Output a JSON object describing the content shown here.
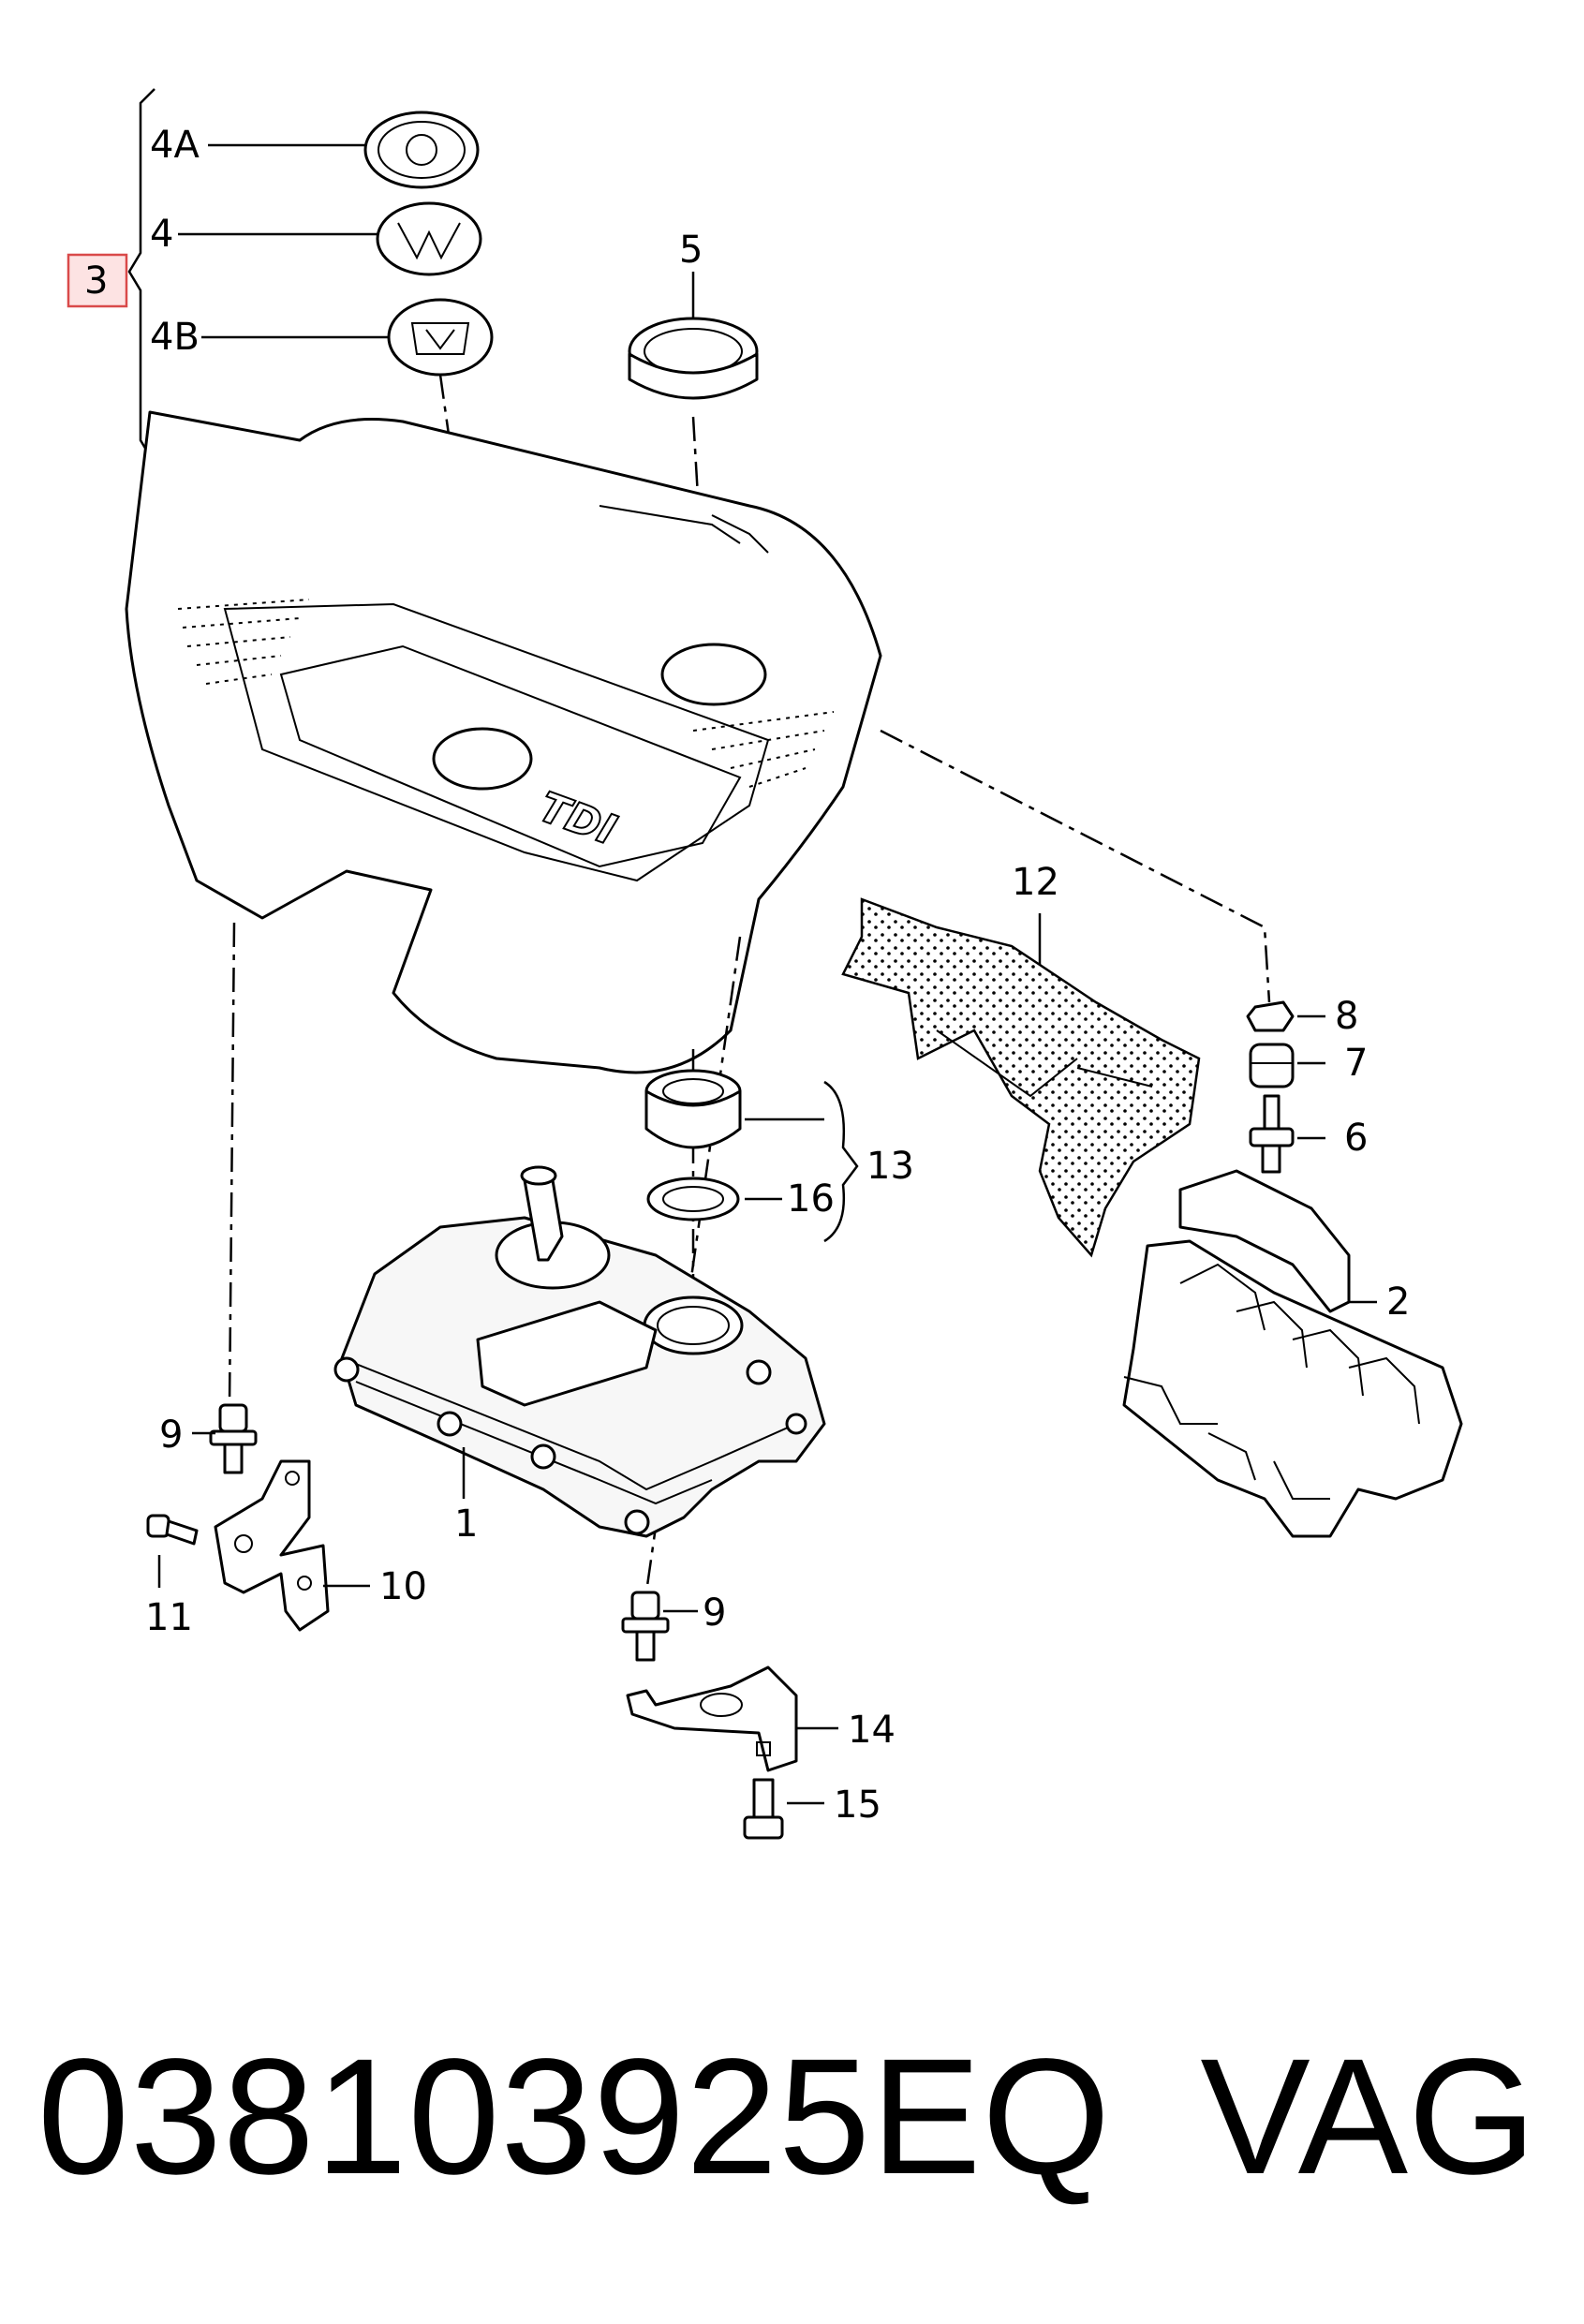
{
  "callouts": {
    "c3": "3",
    "c4a": "4A",
    "c4": "4",
    "c4b": "4B",
    "c5": "5",
    "c12": "12",
    "c8": "8",
    "c7": "7",
    "c6": "6",
    "c13": "13",
    "c16": "16",
    "c2": "2",
    "c1": "1",
    "c9a": "9",
    "c9b": "9",
    "c10": "10",
    "c11": "11",
    "c14": "14",
    "c15": "15"
  },
  "cover_marking": "TDI",
  "footer": {
    "part_number": "038103925EQ",
    "manufacturer": "VAG"
  },
  "colors": {
    "highlight_fill": "#fde3e3",
    "highlight_stroke": "#d94a4a"
  }
}
